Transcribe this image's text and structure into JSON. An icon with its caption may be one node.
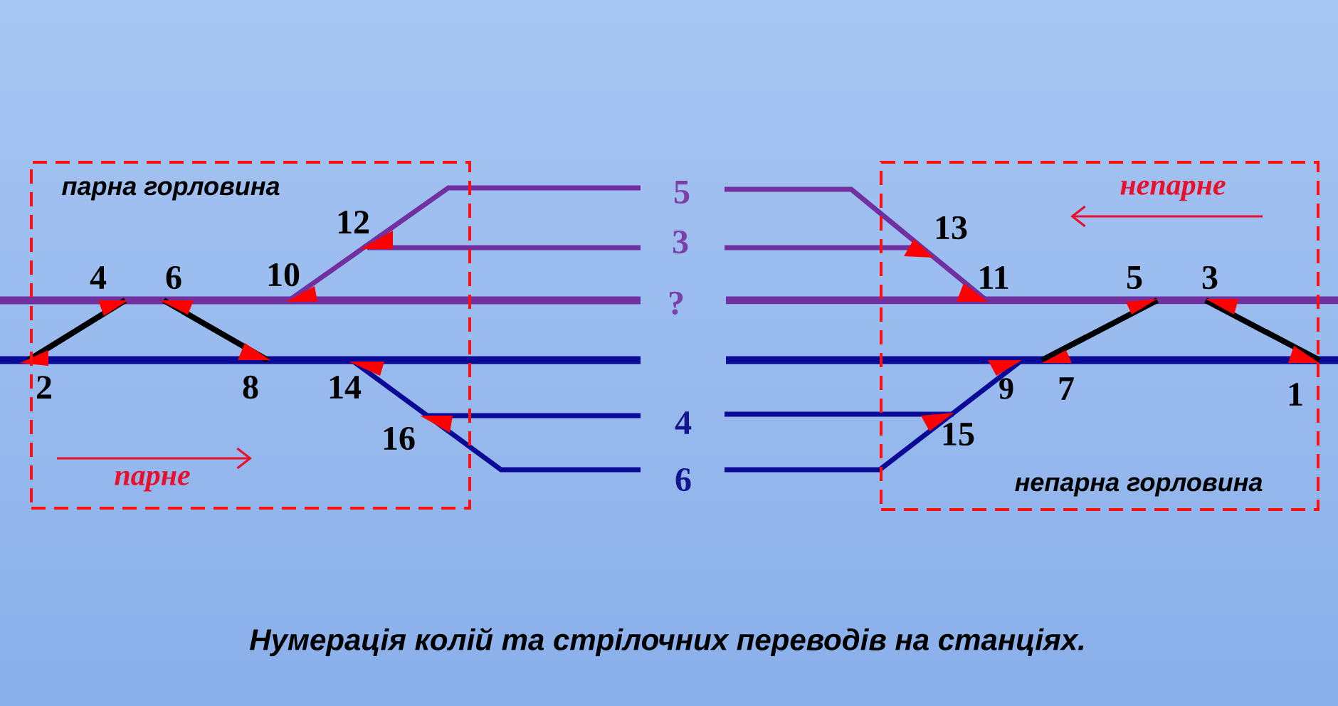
{
  "diagram": {
    "caption": "Нумерація колій та стрілочних переводів на станціях.",
    "nodes": [
      {
        "text": [
          "парна горловина",
          "парне"
        ]
      },
      {
        "text": [
          "непарне",
          "непарна горловина"
        ]
      }
    ],
    "labels": [
      "5",
      "12",
      "13",
      "3",
      "4",
      "6",
      "10",
      "?",
      "11",
      "5",
      "3",
      "2",
      "8",
      "14",
      "9",
      "7",
      "1",
      "16",
      "4",
      "15",
      "6"
    ]
  }
}
